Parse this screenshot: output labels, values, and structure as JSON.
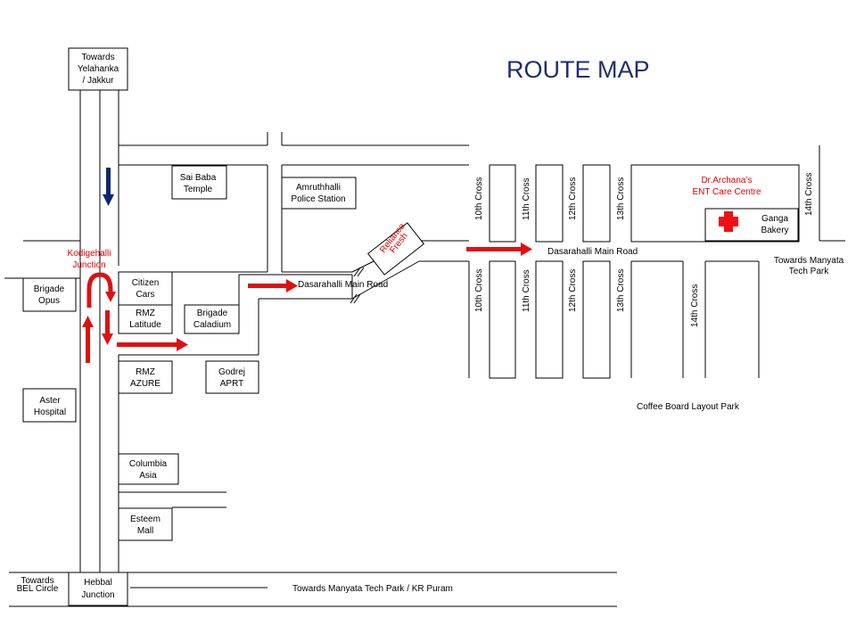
{
  "title": "ROUTE MAP",
  "landmarks": {
    "yelahanka": [
      "Towards",
      "Yelahanka",
      "/ Jakkur"
    ],
    "sai_baba": [
      "Sai Baba",
      "Temple"
    ],
    "police": [
      "Amruthhalli",
      "Police Station"
    ],
    "reliance": [
      "Reliance",
      "Fresh"
    ],
    "ent": [
      "Dr.Archana’s",
      "ENT Care Centre"
    ],
    "ganga": [
      "Ganga",
      "Bakery"
    ],
    "kodigehalli": [
      "Kodigehalli",
      "Junction"
    ],
    "brigade_opus": [
      "Brigade",
      "Opus"
    ],
    "citizen_cars": [
      "Citizen",
      "Cars"
    ],
    "rmz_latitude": [
      "RMZ",
      "Latitude"
    ],
    "brigade_caladium": [
      "Brigade",
      "Caladium"
    ],
    "rmz_azure": [
      "RMZ",
      "AZURE"
    ],
    "godrej": [
      "Godrej",
      "APRT"
    ],
    "aster": [
      "Aster",
      "Hospital"
    ],
    "columbia": [
      "Columbia",
      "Asia"
    ],
    "esteem": [
      "Esteem",
      "Mall"
    ],
    "hebbal": [
      "Hebbal",
      "Junction"
    ],
    "bel": [
      "Towards",
      "BEL Circle"
    ],
    "manyata_right": [
      "Towards Manyata",
      "Tech Park"
    ]
  },
  "roads": {
    "dasarahalli_1": "Dasarahalli Main Road",
    "dasarahalli_2": "Dasarahalli Main Road",
    "bottom_road": "Towards Manyata Tech Park / KR Puram",
    "coffee_board": "Coffee Board Layout Park"
  },
  "crosses": {
    "c10": "10th Cross",
    "c11": "11th Cross",
    "c12": "12th Cross",
    "c13": "13th Cross",
    "c14": "14th Cross"
  },
  "colors": {
    "route_arrow": "#dd1111",
    "south_arrow": "#0b2a6b",
    "title": "#1f2f6b",
    "junction_label": "#e00000",
    "hospital_symbol": "#ee1111"
  },
  "icons": {
    "hospital": "red-cross-icon",
    "road_break": "double-slash-icon"
  }
}
